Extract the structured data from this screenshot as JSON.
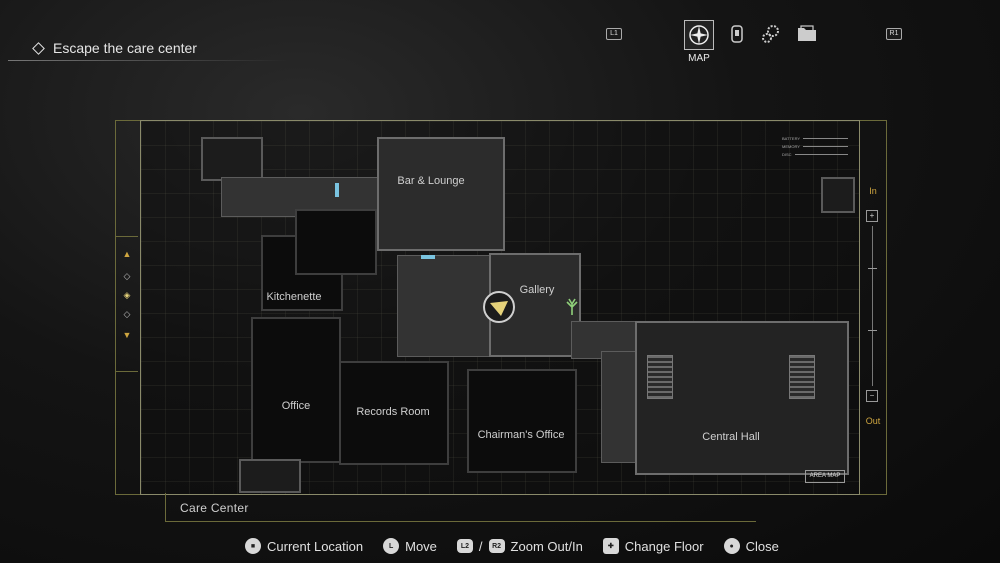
{
  "objective": {
    "text": "Escape the care center"
  },
  "tabs": {
    "left_shoulder": "L1",
    "right_shoulder": "R1",
    "active_label": "MAP",
    "icons": [
      "compass-icon",
      "character-icon",
      "gears-icon",
      "files-icon"
    ]
  },
  "map": {
    "rooms": {
      "bar_lounge": "Bar & Lounge",
      "kitchenette": "Kitchenette",
      "gallery": "Gallery",
      "office": "Office",
      "records_room": "Records Room",
      "chairmans_office": "Chairman's Office",
      "central_hall": "Central Hall"
    },
    "area_name": "Care Center",
    "area_map_button": "AREA MAP",
    "status": [
      "BATTERY",
      "MEMORY",
      "DISC"
    ],
    "zoom_in": "In",
    "zoom_out": "Out",
    "zoom_plus": "+",
    "zoom_minus": "−"
  },
  "hints": {
    "current_location": "Current Location",
    "move": "Move",
    "slash": "/",
    "zoom": "Zoom Out/In",
    "change_floor": "Change Floor",
    "close": "Close",
    "l2": "L2",
    "r2": "R2",
    "l": "L"
  },
  "colors": {
    "accent": "#cfa640",
    "door": "#7ac4e0",
    "frame": "#6b6a3a"
  }
}
